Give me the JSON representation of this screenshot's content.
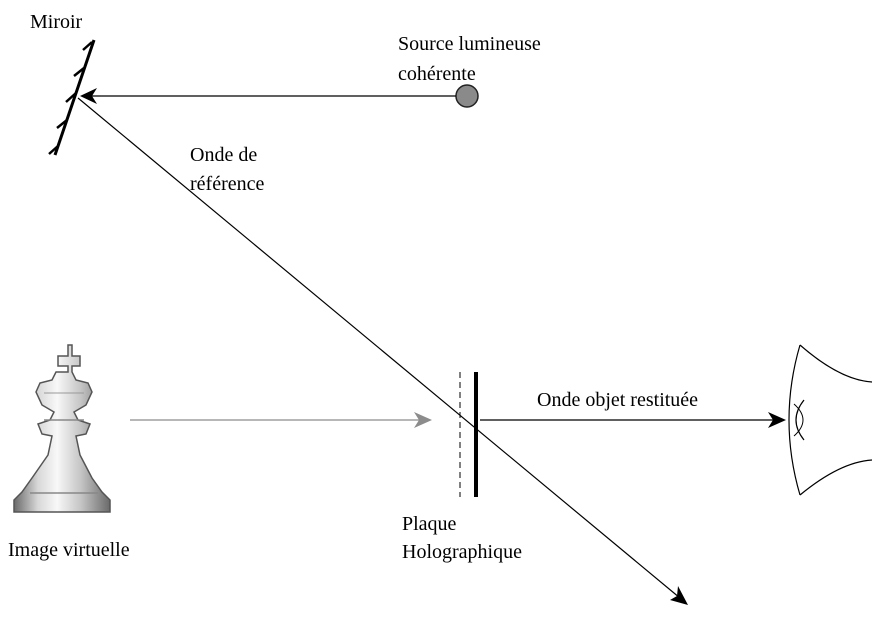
{
  "diagram": {
    "labels": {
      "mirror": "Miroir",
      "source_line1": "Source lumineuse",
      "source_line2": "cohérente",
      "reference_wave_line1": "Onde de",
      "reference_wave_line2": "référence",
      "virtual_image": "Image virtuelle",
      "plate_line1": "Plaque",
      "plate_line2": "Holographique",
      "restored_wave": "Onde objet restituée"
    },
    "icons": {
      "object": "chess-king-icon",
      "eye": "eye-icon",
      "source": "light-source-dot",
      "mirror": "hatched-mirror"
    },
    "colors": {
      "line": "#000000",
      "virtual_ray": "#8c8c8c",
      "source_fill": "#8a8a8a",
      "chess_light": "#f2f2f2",
      "chess_mid": "#b8b8b8",
      "chess_dark": "#6a6a6a"
    }
  }
}
